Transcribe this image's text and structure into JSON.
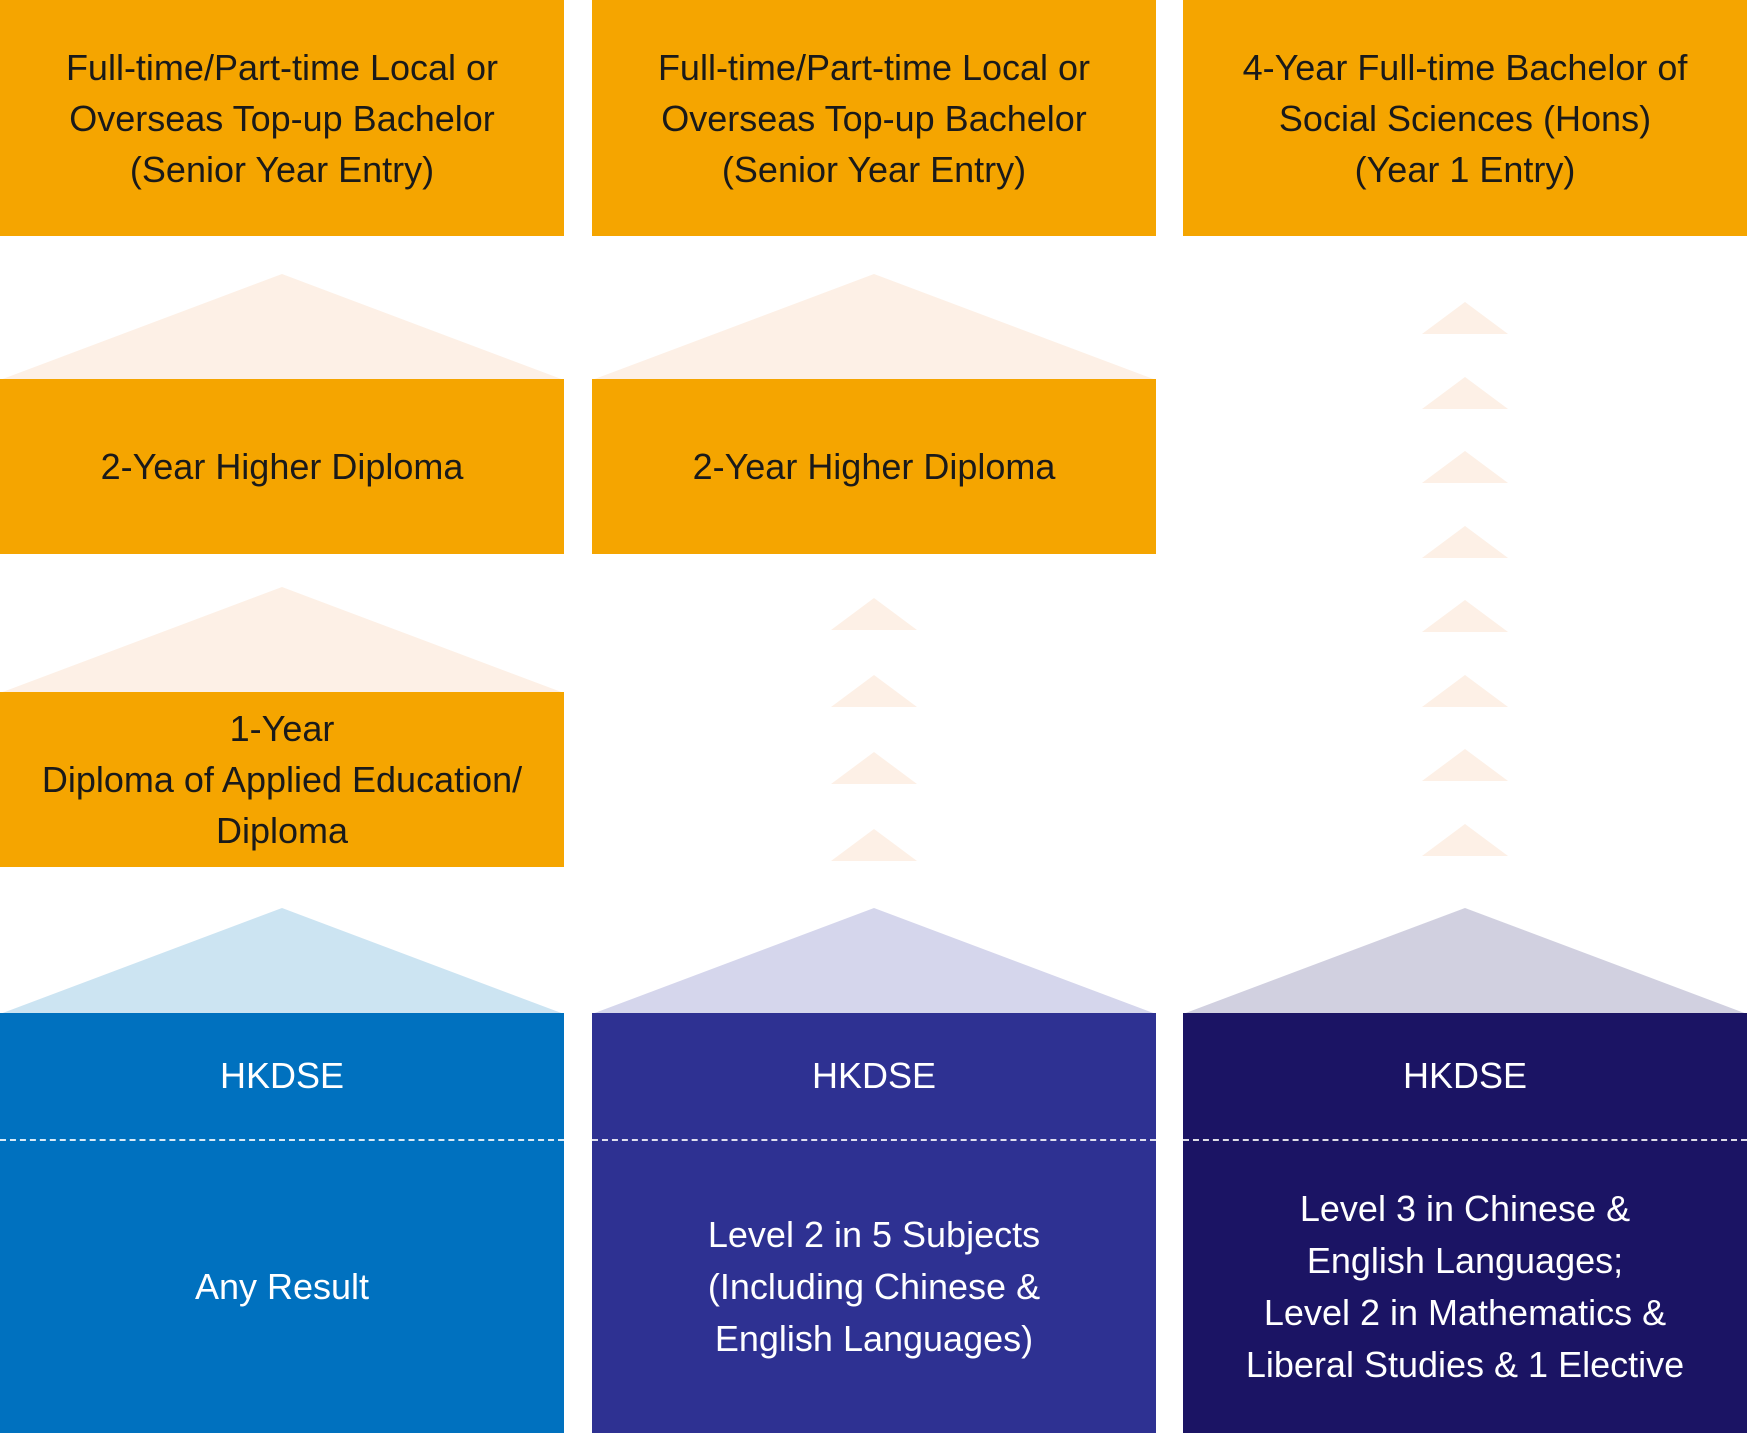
{
  "colors": {
    "programme_box": "#f5a500",
    "roof_orange_light": "#fdf0e6",
    "hkdse_col1": "#0071bf",
    "hkdse_col2": "#2e3192",
    "hkdse_col3": "#1b1464",
    "roof_col1": "#cce4f2",
    "roof_col2": "#d5d6ec",
    "roof_col3": "#d1d0e0"
  },
  "columns": [
    {
      "top_box": {
        "lines": [
          "Full-time/Part-time Local or",
          "Overseas Top-up Bachelor",
          "(Senior Year Entry)"
        ]
      },
      "middle_box_1": {
        "lines": [
          "2-Year Higher Diploma"
        ]
      },
      "middle_box_2": {
        "lines": [
          "1-Year",
          "Diploma of Applied Education/",
          "Diploma"
        ]
      },
      "base": {
        "title": "HKDSE",
        "requirement_lines": [
          "Any Result"
        ]
      }
    },
    {
      "top_box": {
        "lines": [
          "Full-time/Part-time Local or",
          "Overseas Top-up Bachelor",
          "(Senior Year Entry)"
        ]
      },
      "middle_box_1": {
        "lines": [
          "2-Year Higher Diploma"
        ]
      },
      "base": {
        "title": "HKDSE",
        "requirement_lines": [
          "Level 2 in 5 Subjects",
          "(Including Chinese &",
          "English Languages)"
        ]
      }
    },
    {
      "top_box": {
        "lines": [
          "4-Year Full-time Bachelor of",
          "Social Sciences (Hons)",
          "(Year 1 Entry)"
        ]
      },
      "base": {
        "title": "HKDSE",
        "requirement_lines": [
          "Level 3 in Chinese &",
          "English Languages;",
          "Level 2 in Mathematics &",
          "Liberal Studies & 1 Elective"
        ]
      }
    }
  ]
}
